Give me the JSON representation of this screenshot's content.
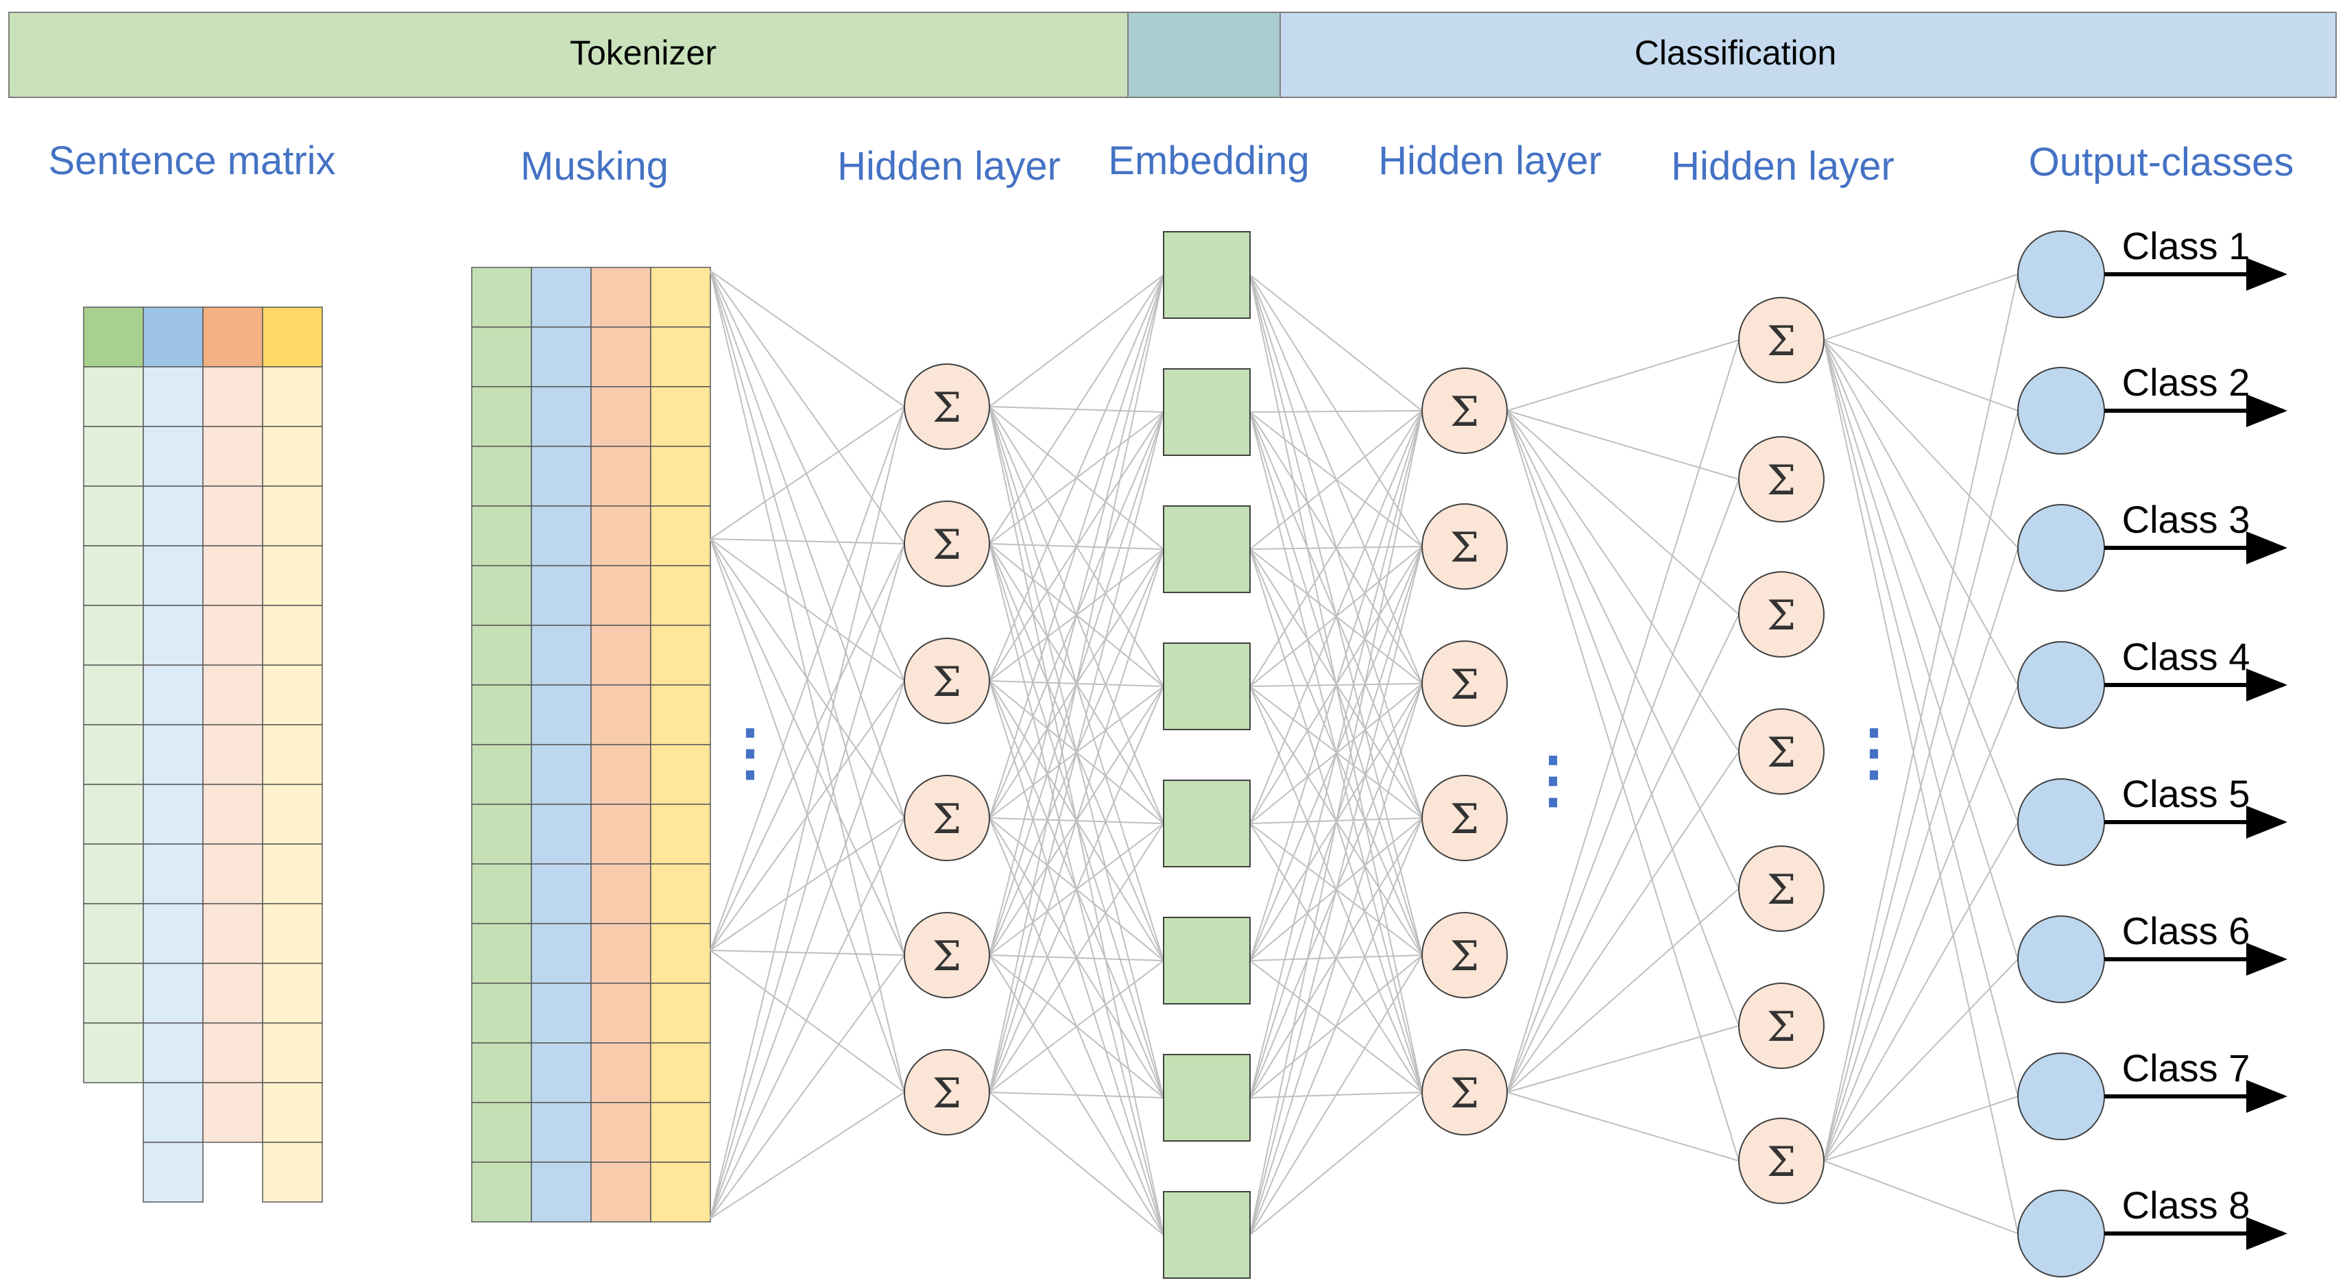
{
  "bands": {
    "tokenizer_label": "Tokenizer",
    "classification_label": "Classification"
  },
  "columns": {
    "sentence_matrix": "Sentence matrix",
    "masking": "Musking",
    "hidden_layer_1": "Hidden layer",
    "embedding": "Embedding",
    "hidden_layer_2": "Hidden layer",
    "hidden_layer_3": "Hidden layer",
    "output_classes": "Output-classes"
  },
  "neuron_symbol": "Σ",
  "ellipsis_symbol": "⋮",
  "output_classes": [
    "Class 1",
    "Class 2",
    "Class 3",
    "Class 4",
    "Class 5",
    "Class 6",
    "Class 7",
    "Class 8"
  ],
  "colors": {
    "tokenizer_band": "#C9E2BC",
    "overlap_band": "#A9CDD0",
    "classification_band": "#C5DAEF",
    "title_text": "#4472C4",
    "green_head": "#A8D18D",
    "blue_head": "#9DC3E6",
    "orange_head": "#F4B183",
    "yellow_head": "#FFD966",
    "green_light": "#E2EFDA",
    "blue_light": "#DDEBF7",
    "orange_light": "#FBE5D6",
    "yellow_light": "#FFF2CC",
    "green_mid": "#C5E0B4",
    "blue_mid": "#BDD7EE",
    "orange_mid": "#F8CBAD",
    "yellow_mid": "#FFE699",
    "neuron_fill": "#FBE5D6",
    "embedding_fill": "#C5E0B4",
    "output_fill": "#BDD7EE",
    "connection": "#BFBFBF"
  }
}
